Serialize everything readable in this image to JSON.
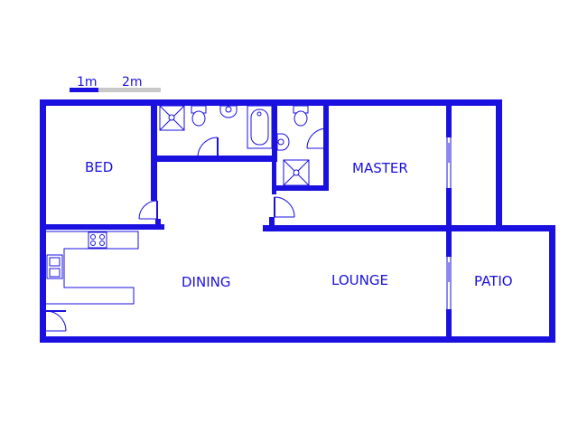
{
  "colors": {
    "wall": "#1a10e0",
    "scale_light": "#c8c8c8",
    "background": "#ffffff"
  },
  "scale_bar": {
    "label_1": "1m",
    "label_2": "2m"
  },
  "rooms": {
    "bed": "BED",
    "master": "MASTER",
    "dining": "DINING",
    "lounge": "LOUNGE",
    "patio": "PATIO"
  },
  "fixtures": [
    "shower-icon",
    "toilet-icon",
    "basin-icon",
    "bathtub-icon",
    "stove-icon",
    "sink-icon"
  ]
}
